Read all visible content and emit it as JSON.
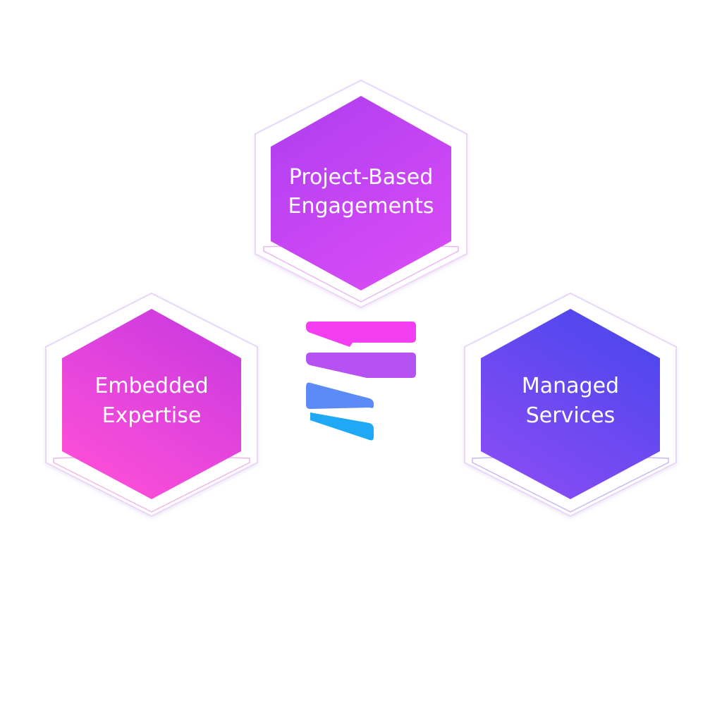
{
  "diagram": {
    "nodes": [
      {
        "id": "project-based-engagements",
        "lines": [
          "Project-Based",
          "Engagements"
        ],
        "gradient": [
          "#b13ff0",
          "#d94cf5"
        ]
      },
      {
        "id": "embedded-expertise",
        "lines": [
          "Embedded",
          "Expertise"
        ],
        "gradient": [
          "#c93ae0",
          "#ff4fd8"
        ]
      },
      {
        "id": "managed-services",
        "lines": [
          "Managed",
          "Services"
        ],
        "gradient": [
          "#4b46ec",
          "#8a4cf5"
        ]
      }
    ],
    "center_logo": {
      "icon": "stacked-bars-logo-icon",
      "colors": [
        "#f23ef0",
        "#b651f2",
        "#5c8bf7",
        "#1fa8f5"
      ]
    }
  }
}
